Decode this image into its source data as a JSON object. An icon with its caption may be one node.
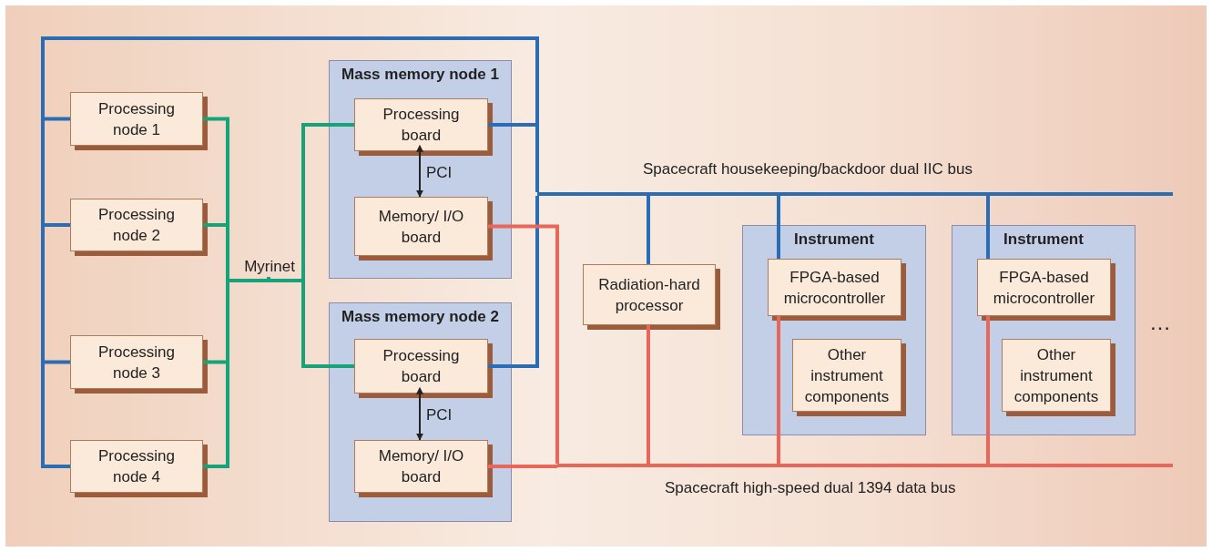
{
  "diagram": {
    "nodes": [
      {
        "text": [
          "Processing node 1"
        ]
      },
      {
        "text": [
          "Processing node 2"
        ]
      },
      {
        "text": [
          "Processing node 3"
        ]
      },
      {
        "text": [
          "Processing node 4"
        ]
      },
      {
        "text": [
          "Mass memory node 1"
        ]
      },
      {
        "text": [
          "Processing board"
        ],
        "in": 4
      },
      {
        "text": [
          "Memory/ I/O board"
        ],
        "in": 4
      },
      {
        "text": [
          "Mass memory node 2"
        ]
      },
      {
        "text": [
          "Processing board"
        ],
        "in": 7
      },
      {
        "text": [
          "Memory/ I/O board"
        ],
        "in": 7
      },
      {
        "text": [
          "Radiation-hard processor"
        ]
      },
      {
        "text": [
          "Instrument"
        ]
      },
      {
        "text": [
          "FPGA-based microcontroller"
        ],
        "in": 11
      },
      {
        "text": [
          "Other instrument components"
        ],
        "in": 11
      },
      {
        "text": [
          "Instrument"
        ]
      },
      {
        "text": [
          "FPGA-based microcontroller"
        ],
        "in": 14
      },
      {
        "text": [
          "Other instrument components"
        ],
        "in": 14
      },
      {
        "text": [
          "Myrinet"
        ]
      },
      {
        "text": [],
        "shape": "bar",
        "beside": [
          "Spacecraft housekeeping/backdoor dual IIC bus"
        ]
      },
      {
        "text": [],
        "shape": "bar",
        "beside": [
          "Spacecraft high-speed dual 1394 data bus"
        ]
      }
    ],
    "edges": [
      {
        "from": 0,
        "to": 18,
        "arrow": "none",
        "color": "#2a6db5"
      },
      {
        "from": 1,
        "to": 18,
        "arrow": "none",
        "color": "#2a6db5"
      },
      {
        "from": 2,
        "to": 18,
        "arrow": "none",
        "color": "#2a6db5"
      },
      {
        "from": 3,
        "to": 18,
        "arrow": "none",
        "color": "#2a6db5"
      },
      {
        "from": 5,
        "to": 18,
        "arrow": "none",
        "color": "#2a6db5"
      },
      {
        "from": 8,
        "to": 18,
        "arrow": "none",
        "color": "#2a6db5"
      },
      {
        "from": 10,
        "to": 18,
        "arrow": "none",
        "color": "#2a6db5"
      },
      {
        "from": 12,
        "to": 18,
        "arrow": "none",
        "color": "#2a6db5"
      },
      {
        "from": 15,
        "to": 18,
        "arrow": "none",
        "color": "#2a6db5"
      },
      {
        "from": 0,
        "to": 17,
        "arrow": "none",
        "color": "#17a37a"
      },
      {
        "from": 1,
        "to": 17,
        "arrow": "none",
        "color": "#17a37a"
      },
      {
        "from": 2,
        "to": 17,
        "arrow": "none",
        "color": "#17a37a"
      },
      {
        "from": 3,
        "to": 17,
        "arrow": "none",
        "color": "#17a37a"
      },
      {
        "from": 5,
        "to": 17,
        "arrow": "none",
        "color": "#17a37a"
      },
      {
        "from": 8,
        "to": 17,
        "arrow": "none",
        "color": "#17a37a"
      },
      {
        "from": 5,
        "to": 6,
        "arrow": "both",
        "label": "PCI",
        "color": "#222222"
      },
      {
        "from": 8,
        "to": 9,
        "arrow": "both",
        "label": "PCI",
        "color": "#222222"
      },
      {
        "from": 6,
        "to": 19,
        "arrow": "none",
        "color": "#e8665a"
      },
      {
        "from": 9,
        "to": 19,
        "arrow": "none",
        "color": "#e8665a"
      },
      {
        "from": 10,
        "to": 19,
        "arrow": "none",
        "color": "#e8665a"
      },
      {
        "from": 12,
        "to": 19,
        "arrow": "none",
        "color": "#e8665a"
      },
      {
        "from": 15,
        "to": 19,
        "arrow": "none",
        "color": "#e8665a"
      }
    ],
    "labels": [
      "…"
    ]
  }
}
